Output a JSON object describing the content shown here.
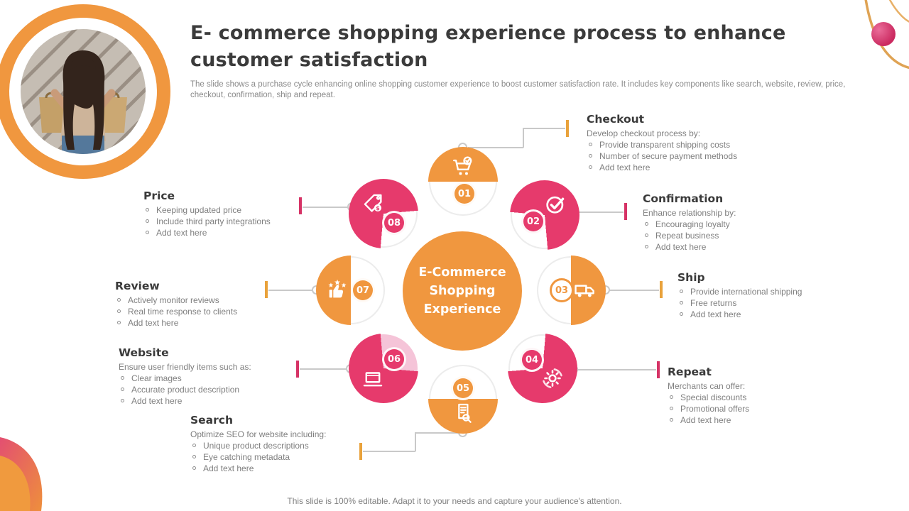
{
  "slide": {
    "title": "E- commerce shopping experience process to enhance customer satisfaction",
    "subtitle": "The slide shows a purchase cycle enhancing online shopping customer experience to boost customer satisfaction rate. It includes key components like search, website, review, price, checkout, confirmation, ship and repeat.",
    "footer": "This slide is 100% editable. Adapt it to your needs and capture your audience's attention."
  },
  "center": {
    "title": "E-Commerce Shopping Experience"
  },
  "colors": {
    "orange": "#F0973F",
    "pink": "#E63A6C",
    "light_pink": "#F5C4D8",
    "line_gray": "#C9C9C9"
  },
  "steps": [
    {
      "id": "01",
      "name": "Checkout",
      "color": "orange",
      "icon": "cart-check-icon",
      "intro": "Develop checkout process by:",
      "bullets": [
        "Provide transparent shipping costs",
        "Number of secure payment methods",
        "Add text here"
      ]
    },
    {
      "id": "02",
      "name": "Confirmation",
      "color": "pink",
      "icon": "check-circle-icon",
      "intro": "Enhance relationship by:",
      "bullets": [
        "Encouraging loyalty",
        "Repeat business",
        "Add text here"
      ]
    },
    {
      "id": "03",
      "name": "Ship",
      "color": "orange",
      "icon": "truck-icon",
      "intro": null,
      "bullets": [
        "Provide international shipping",
        "Free returns",
        "Add text here"
      ]
    },
    {
      "id": "04",
      "name": "Repeat",
      "color": "pink",
      "icon": "gear-sync-icon",
      "intro": "Merchants can offer:",
      "bullets": [
        "Special discounts",
        "Promotional offers",
        "Add text here"
      ]
    },
    {
      "id": "05",
      "name": "Search",
      "color": "orange",
      "icon": "document-search-icon",
      "intro": "Optimize SEO for website including:",
      "bullets": [
        "Unique product descriptions",
        "Eye catching metadata",
        "Add text here"
      ]
    },
    {
      "id": "06",
      "name": "Website",
      "color": "pink",
      "icon": "laptop-icon",
      "intro": "Ensure user friendly items such as:",
      "bullets": [
        "Clear images",
        "Accurate product description",
        "Add text here"
      ]
    },
    {
      "id": "07",
      "name": "Review",
      "color": "orange",
      "icon": "thumbs-up-stars-icon",
      "intro": null,
      "bullets": [
        "Actively monitor reviews",
        "Real time response to clients",
        "Add text here"
      ]
    },
    {
      "id": "08",
      "name": "Price",
      "color": "pink",
      "icon": "price-tag-icon",
      "intro": null,
      "bullets": [
        "Keeping updated price",
        "Include third party integrations",
        "Add text here"
      ]
    }
  ]
}
